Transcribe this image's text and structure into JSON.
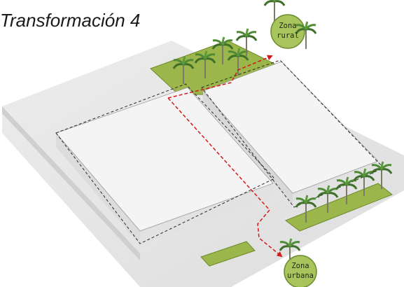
{
  "title": "Transformación 4",
  "zones": {
    "rural": {
      "line1": "Zona",
      "line2": "rural"
    },
    "urbana": {
      "line1": "Zona",
      "line2": "urbana"
    }
  },
  "colors": {
    "green_area": "#9bb64a",
    "green_circle": "#a8c45c",
    "slab": "#e6e6e6",
    "block_top": "#f2f2f2",
    "block_side": "#d9d9d9",
    "arrow": "#d21a1a"
  }
}
